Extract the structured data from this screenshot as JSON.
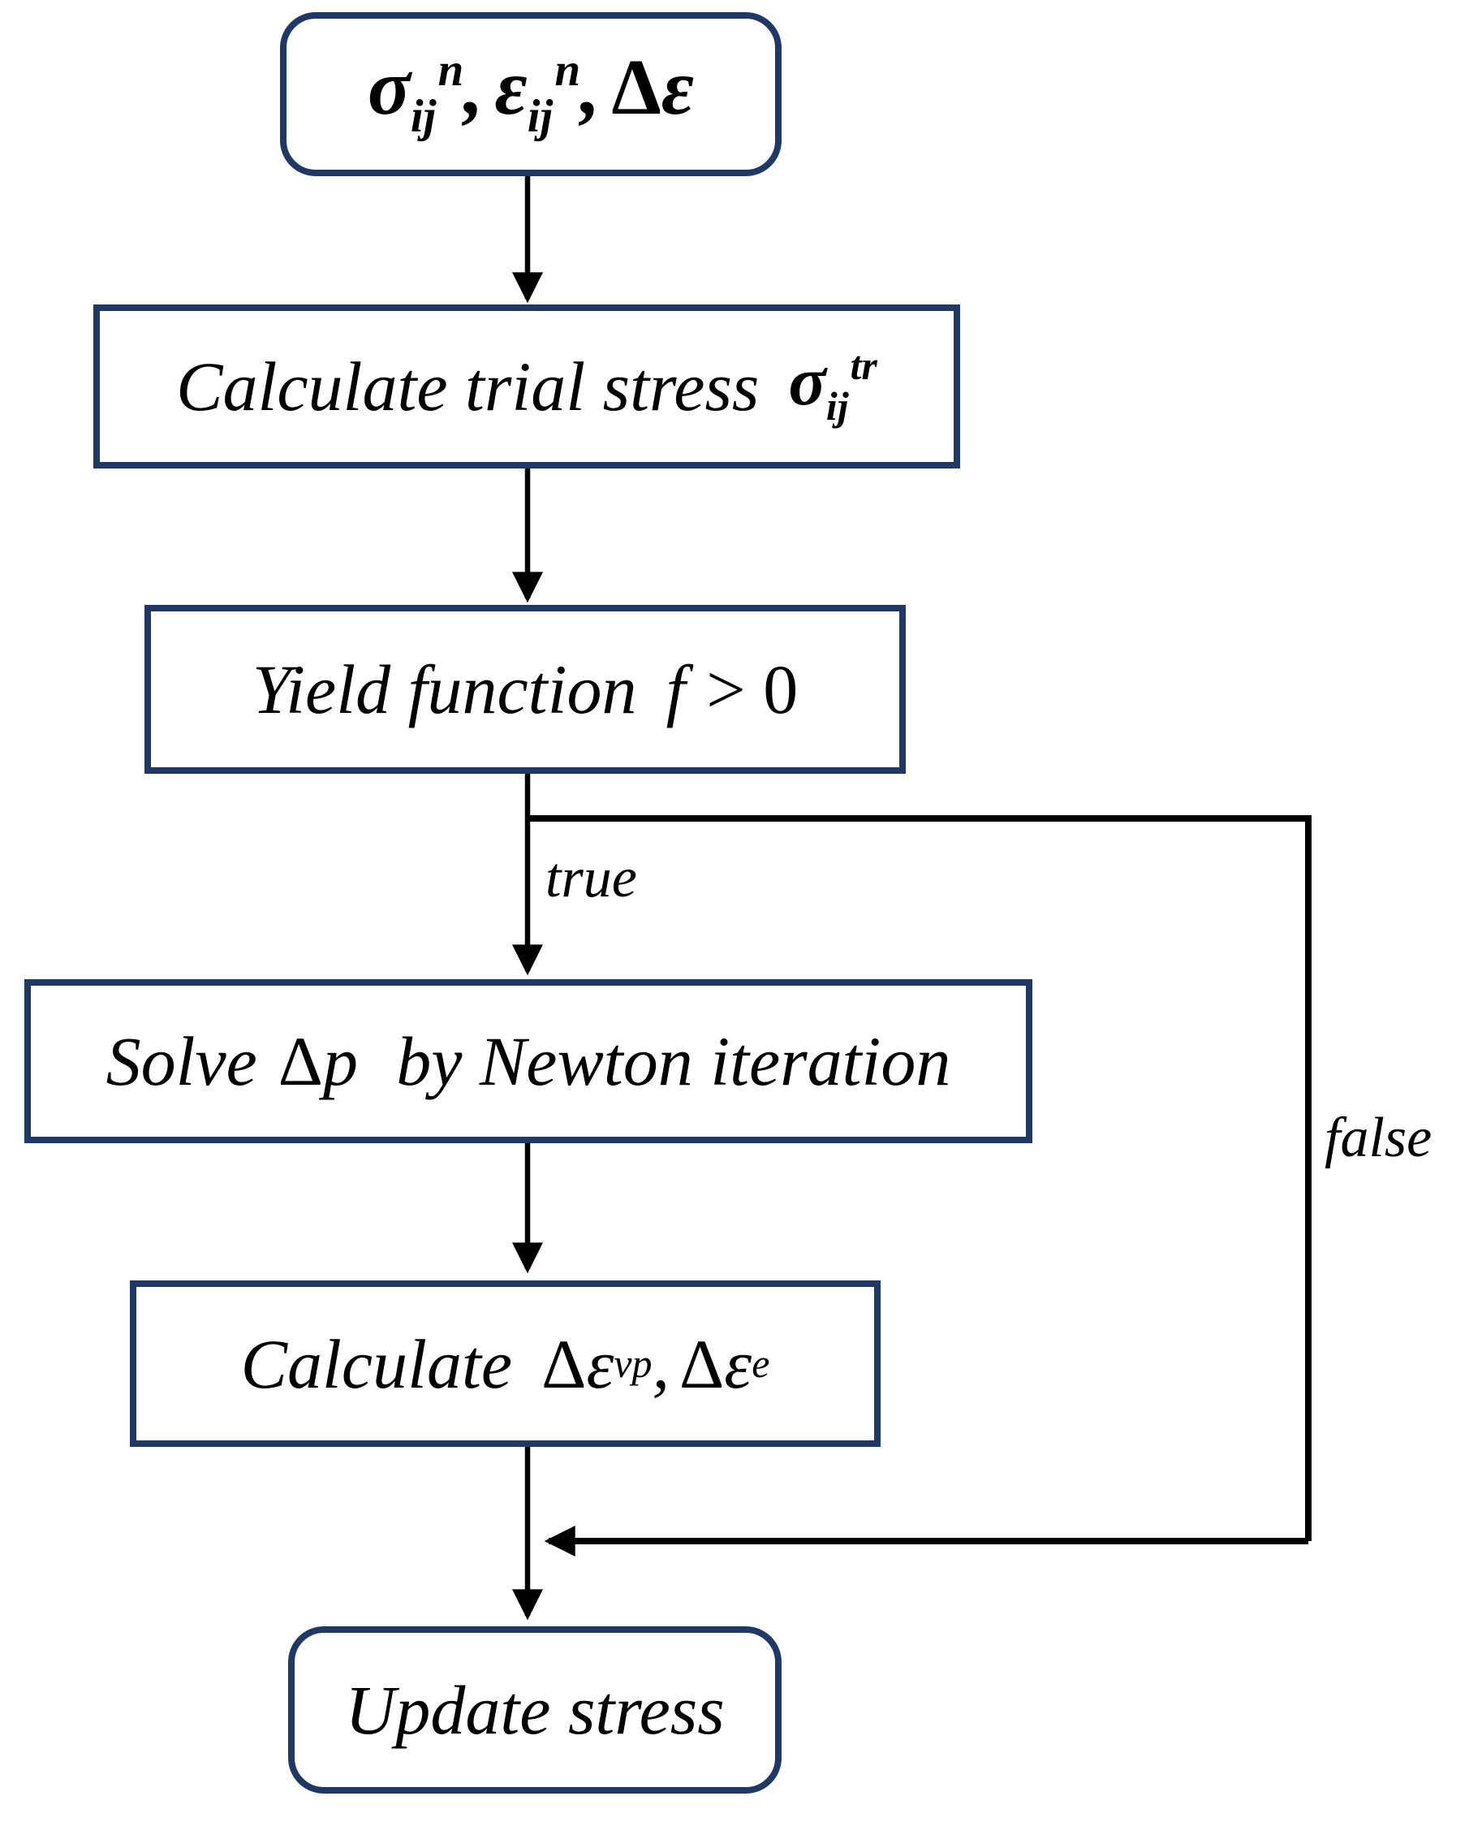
{
  "colors": {
    "box_border": "#1f3864",
    "connector": "#000000",
    "text": "#000000",
    "background": "#ffffff"
  },
  "nodes": {
    "start": {
      "sigma": "σ",
      "sigma_sub": "ij",
      "sigma_sup": "n",
      "comma1": ",",
      "epsilon": "ε",
      "epsilon_sub": "ij",
      "epsilon_sup": "n",
      "comma2": ",",
      "delta": "Δ",
      "delta_eps": "ε"
    },
    "trial": {
      "label": "Calculate trial stress",
      "sigma": "σ",
      "sub": "ij",
      "sup": "tr"
    },
    "yield": {
      "label": "Yield function",
      "f": "f",
      "cond": "> 0"
    },
    "newton": {
      "pre": "Solve",
      "delta": "Δ",
      "p": "p",
      "post": "by Newton iteration"
    },
    "calc": {
      "label": "Calculate",
      "delta1": "Δ",
      "eps1": "ε",
      "sub1": "vp",
      "comma": ",",
      "delta2": "Δ",
      "eps2": "ε",
      "sub2": "e"
    },
    "update": {
      "label": "Update stress"
    }
  },
  "edges": {
    "true_label": "true",
    "false_label": "false"
  }
}
